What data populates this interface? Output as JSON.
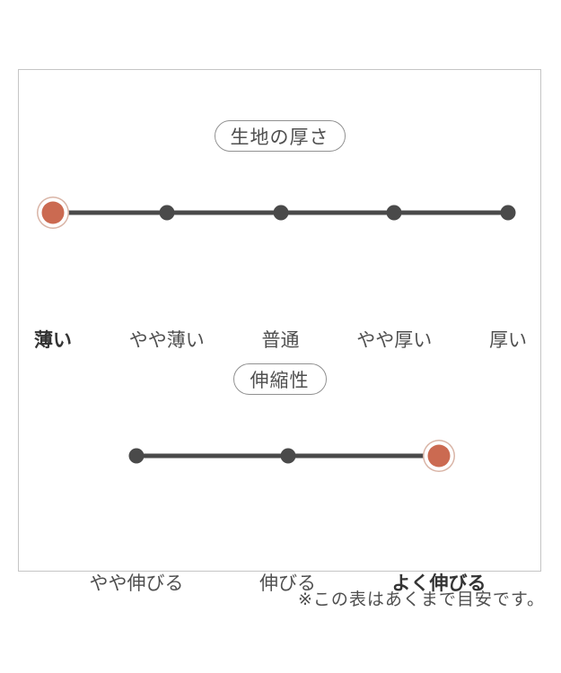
{
  "frame": {
    "border_color": "#c5c5c5"
  },
  "colors": {
    "dot": "#4a4a4a",
    "line": "#4a4a4a",
    "selected_dot_fill": "#cb6a51",
    "selected_dot_ring": "#d9b4a6",
    "text": "#4f4f4f"
  },
  "scales": [
    {
      "id": "thickness",
      "title": "生地の厚さ",
      "items": [
        {
          "label": "薄い",
          "selected": true
        },
        {
          "label": "やや薄い",
          "selected": false
        },
        {
          "label": "普通",
          "selected": false
        },
        {
          "label": "やや厚い",
          "selected": false
        },
        {
          "label": "厚い",
          "selected": false
        }
      ]
    },
    {
      "id": "stretch",
      "title": "伸縮性",
      "items": [
        {
          "label": "やや伸びる",
          "selected": false
        },
        {
          "label": "伸びる",
          "selected": false
        },
        {
          "label": "よく伸びる",
          "selected": true
        }
      ]
    }
  ],
  "footnote": "※この表はあくまで目安です。"
}
